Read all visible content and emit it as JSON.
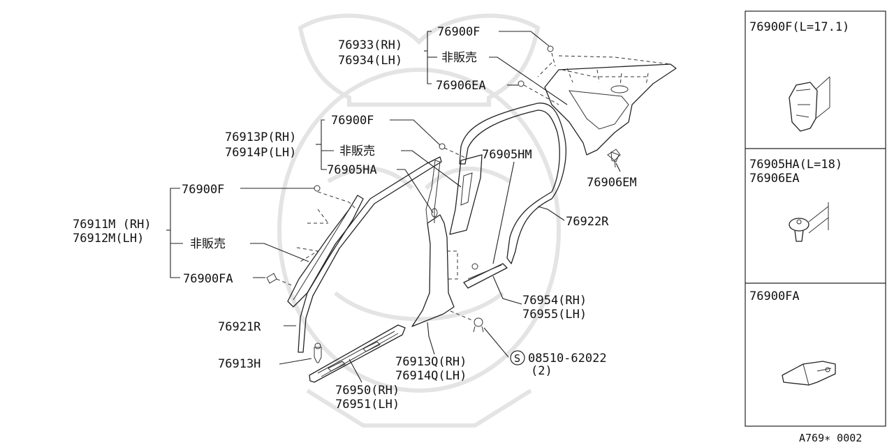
{
  "diagram": {
    "labels": {
      "p76933": "76933(RH)",
      "p76934": "76934(LH)",
      "f_top": "76900F",
      "nfs_top": "非販売",
      "p76906ea": "76906EA",
      "p76913p": "76913P(RH)",
      "p76914p": "76914P(LH)",
      "f_mid": "76900F",
      "nfs_mid": "非販売",
      "p76905ha": "76905HA",
      "p76905hm": "76905HM",
      "p76906em": "76906EM",
      "f_low": "76900F",
      "p76911m": "76911M (RH)",
      "p76912m": "76912M(LH)",
      "nfs_low": "非販売",
      "p76900fa": "76900FA",
      "p76922r": "76922R",
      "p76921r": "76921R",
      "p76954": "76954(RH)",
      "p76955": "76955(LH)",
      "p76913h": "76913H",
      "p76913q": "76913Q(RH)",
      "p76914q": "76914Q(LH)",
      "screw_mark": "S",
      "screw_no": "08510-62022",
      "screw_qty": "(2)",
      "p76950": "76950(RH)",
      "p76951": "76951(LH)"
    },
    "detail_boxes": [
      {
        "title": "76900F(L=17.1)",
        "icon": "clip-fastener-icon"
      },
      {
        "title": "76905HA(L=18)",
        "subtitle": "76906EA",
        "icon": "push-pin-clip-icon"
      },
      {
        "title": "76900FA",
        "icon": "bracket-clip-icon"
      }
    ],
    "footer_code": "A769∗ 0002"
  }
}
